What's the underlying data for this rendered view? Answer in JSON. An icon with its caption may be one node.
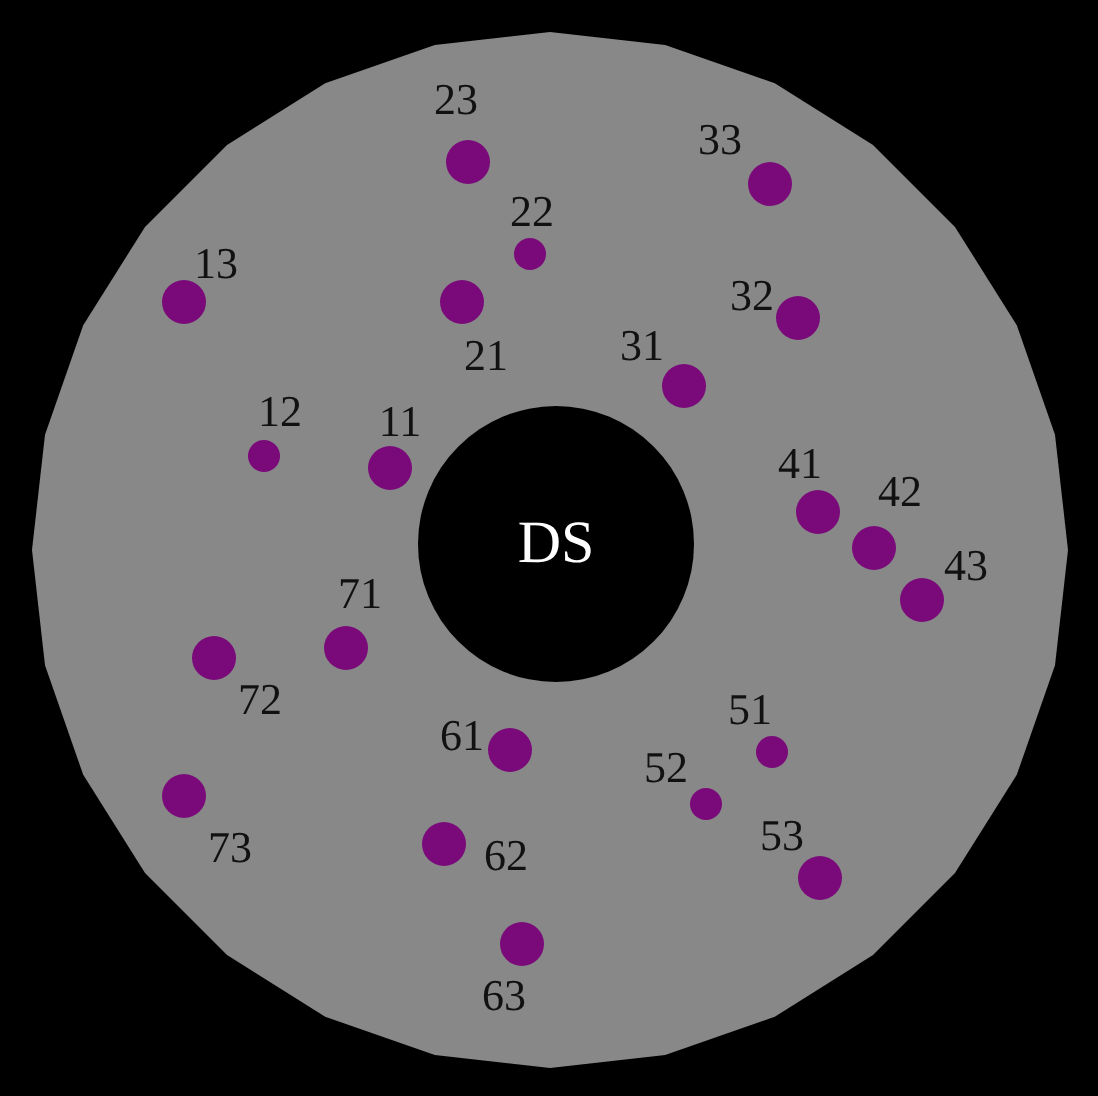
{
  "diagram": {
    "nodes": [
      {
        "text": [
          "DS"
        ]
      },
      {
        "text": [],
        "shape": "circle",
        "beside": [
          "11"
        ]
      },
      {
        "text": [],
        "shape": "circle",
        "beside": [
          "12"
        ]
      },
      {
        "text": [],
        "shape": "circle",
        "beside": [
          "13"
        ]
      },
      {
        "text": [],
        "shape": "circle",
        "beside": [
          "21"
        ]
      },
      {
        "text": [],
        "shape": "circle",
        "beside": [
          "22"
        ]
      },
      {
        "text": [],
        "shape": "circle",
        "beside": [
          "23"
        ]
      },
      {
        "text": [],
        "shape": "circle",
        "beside": [
          "31"
        ]
      },
      {
        "text": [],
        "shape": "circle",
        "beside": [
          "32"
        ]
      },
      {
        "text": [],
        "shape": "circle",
        "beside": [
          "33"
        ]
      },
      {
        "text": [],
        "shape": "circle",
        "beside": [
          "41"
        ]
      },
      {
        "text": [],
        "shape": "circle",
        "beside": [
          "42"
        ]
      },
      {
        "text": [],
        "shape": "circle",
        "beside": [
          "43"
        ]
      },
      {
        "text": [],
        "shape": "circle",
        "beside": [
          "51"
        ]
      },
      {
        "text": [],
        "shape": "circle",
        "beside": [
          "52"
        ]
      },
      {
        "text": [],
        "shape": "circle",
        "beside": [
          "53"
        ]
      },
      {
        "text": [],
        "shape": "circle",
        "beside": [
          "61"
        ]
      },
      {
        "text": [],
        "shape": "circle",
        "beside": [
          "62"
        ]
      },
      {
        "text": [],
        "shape": "circle",
        "beside": [
          "63"
        ]
      },
      {
        "text": [],
        "shape": "circle",
        "beside": [
          "71"
        ]
      },
      {
        "text": [],
        "shape": "circle",
        "beside": [
          "72"
        ]
      },
      {
        "text": [],
        "shape": "circle",
        "beside": [
          "73"
        ]
      }
    ]
  }
}
